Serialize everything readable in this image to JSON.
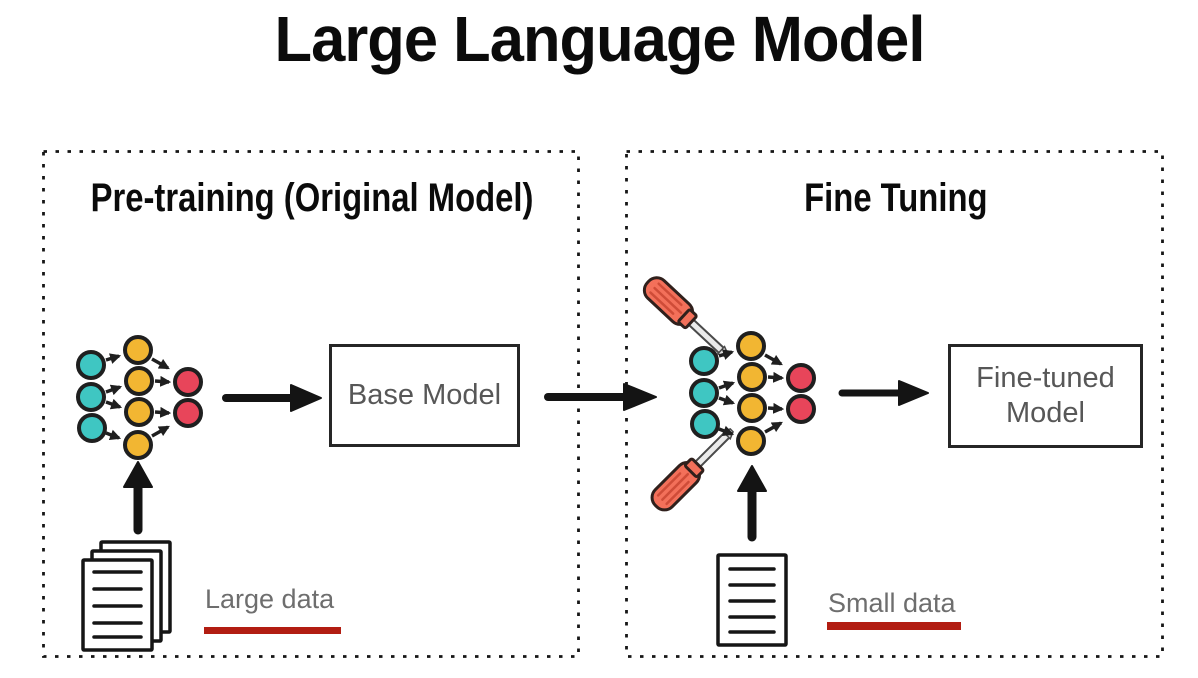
{
  "title": "Large Language Model",
  "panels": {
    "pretraining": {
      "title": "Pre-training (Original Model)",
      "model_box_label": "Base Model",
      "data_label": "Large data"
    },
    "finetuning": {
      "title": "Fine Tuning",
      "model_box_label": "Fine-tuned Model",
      "data_label": "Small data"
    }
  },
  "icons": {
    "neural_network": "neural-network-icon",
    "document_stack": "document-stack-icon",
    "document_single": "document-icon",
    "screwdriver": "screwdriver-icon",
    "arrow": "arrow-icon"
  },
  "colors": {
    "input_node": "#3fc6c2",
    "hidden_node": "#f2b632",
    "output_node": "#e8455a",
    "underline_red": "#b21d12",
    "screwdriver_handle": "#f3705a",
    "outline": "#1f1f1f",
    "box_text": "#575757",
    "data_text": "#6e6e6e"
  }
}
